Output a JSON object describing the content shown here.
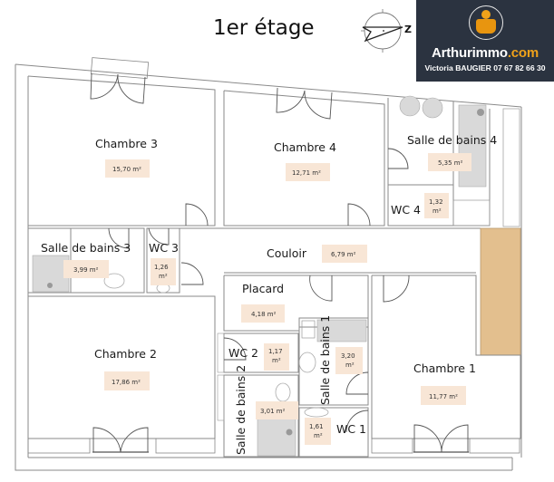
{
  "title": "1er étage",
  "compass": {
    "label": "Z",
    "icon": "north-arrow-icon"
  },
  "brand": {
    "name_main": "Arthurimmo",
    "name_tld": ".com",
    "contact": "Victoria BAUGIER 07 67 82 66 30",
    "colors": {
      "background": "#2b3340",
      "accent": "#f0a21a",
      "text": "#ffffff"
    }
  },
  "colors": {
    "area_highlight": "#f8e6d6",
    "stairs": "#e3bf8e",
    "walls": "#8a8a8a"
  },
  "rooms": [
    {
      "id": "chambre3",
      "label": "Chambre 3",
      "area": "15,70 m²"
    },
    {
      "id": "chambre4",
      "label": "Chambre 4",
      "area": "12,71 m²"
    },
    {
      "id": "sdb4",
      "label": "Salle de bains 4",
      "area": "5,35 m²"
    },
    {
      "id": "wc4",
      "label": "WC 4",
      "area_line1": "1,32",
      "area_line2": "m²"
    },
    {
      "id": "sdb3",
      "label": "Salle de bains 3",
      "area": "3,99 m²"
    },
    {
      "id": "wc3",
      "label": "WC 3",
      "area_line1": "1,26",
      "area_line2": "m²"
    },
    {
      "id": "couloir",
      "label": "Couloir",
      "area": "6,79 m²"
    },
    {
      "id": "placard",
      "label": "Placard",
      "area": "4,18 m²"
    },
    {
      "id": "chambre2",
      "label": "Chambre 2",
      "area": "17,86 m²"
    },
    {
      "id": "wc2",
      "label": "WC 2",
      "area_line1": "1,17",
      "area_line2": "m²"
    },
    {
      "id": "sdb2",
      "label": "Salle de bains 2",
      "area": "3,01 m²"
    },
    {
      "id": "sdb1",
      "label": "Salle de bains 1",
      "area_line1": "3,20",
      "area_line2": "m²"
    },
    {
      "id": "wc1",
      "label": "WC 1",
      "area_line1": "1,61",
      "area_line2": "m²"
    },
    {
      "id": "chambre1",
      "label": "Chambre 1",
      "area": "11,77 m²"
    }
  ]
}
